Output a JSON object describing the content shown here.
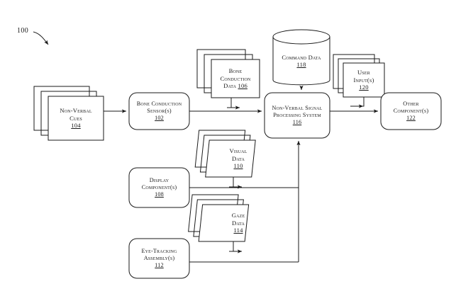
{
  "figure": {
    "number": "100",
    "type": "patent-block-diagram",
    "title": "Non-Verbal Signal Processing System block diagram"
  },
  "nodes": {
    "non_verbal_cues": {
      "shape": "stacked-document",
      "lines": [
        "Non-Verbal",
        "Cues"
      ],
      "ref": "104",
      "ref_inline": false
    },
    "bone_conduction_sensors": {
      "shape": "rounded-rect",
      "lines": [
        "Bone Conduction",
        "Sensor(s)"
      ],
      "ref": "102",
      "ref_inline": false
    },
    "bone_conduction_data": {
      "shape": "stacked-document",
      "lines": [
        "Bone",
        "Conduction"
      ],
      "last_line_prefix": "Data",
      "ref": "106",
      "ref_inline": true
    },
    "command_data": {
      "shape": "cylinder",
      "lines": [
        "Command Data"
      ],
      "ref": "118",
      "ref_inline": false
    },
    "user_inputs": {
      "shape": "stacked-document",
      "lines": [
        "User",
        "Input(s)"
      ],
      "ref": "120",
      "ref_inline": false
    },
    "non_verbal_signal_processing_system": {
      "shape": "rounded-rect",
      "lines": [
        "Non-Verbal Signal",
        "Processing System"
      ],
      "ref": "116",
      "ref_inline": false
    },
    "other_components": {
      "shape": "rounded-rect",
      "lines": [
        "Other",
        "Component(s)"
      ],
      "ref": "122",
      "ref_inline": false
    },
    "visual_data": {
      "shape": "stacked-document",
      "lines": [
        "Visual",
        "Data"
      ],
      "ref": "110",
      "ref_inline": false
    },
    "display_components": {
      "shape": "rounded-rect",
      "lines": [
        "Display",
        "Component(s)"
      ],
      "ref": "108",
      "ref_inline": false
    },
    "gaze_data": {
      "shape": "stacked-document",
      "lines": [
        "Gaze",
        "Data"
      ],
      "ref": "114",
      "ref_inline": false
    },
    "eye_tracking_assemblies": {
      "shape": "rounded-rect",
      "lines": [
        "Eye-Tracking",
        "Assembly(s)"
      ],
      "ref": "112",
      "ref_inline": false
    }
  },
  "connections": [
    {
      "from": "non_verbal_cues",
      "to": "bone_conduction_sensors",
      "style": "arrow-right"
    },
    {
      "from": "bone_conduction_sensors",
      "to": "non_verbal_signal_processing_system",
      "style": "arrow-right"
    },
    {
      "from": "bone_conduction_data",
      "to": "flow",
      "style": "tick-arrow-down"
    },
    {
      "from": "command_data",
      "to": "non_verbal_signal_processing_system",
      "style": "arrow-down"
    },
    {
      "from": "user_inputs",
      "to": "non_verbal_signal_processing_system",
      "style": "tick-arrow"
    },
    {
      "from": "non_verbal_signal_processing_system",
      "to": "other_components",
      "style": "arrow-right"
    },
    {
      "from": "visual_data",
      "to": "flow",
      "style": "tick-arrow-down"
    },
    {
      "from": "display_components",
      "to": "non_verbal_signal_processing_system",
      "style": "elbow-up-arrow"
    },
    {
      "from": "gaze_data",
      "to": "flow",
      "style": "tick-arrow-down"
    },
    {
      "from": "eye_tracking_assemblies",
      "to": "non_verbal_signal_processing_system",
      "style": "elbow-up-arrow"
    }
  ],
  "colors": {
    "stroke": "#1a1a1a",
    "background": "#ffffff"
  }
}
